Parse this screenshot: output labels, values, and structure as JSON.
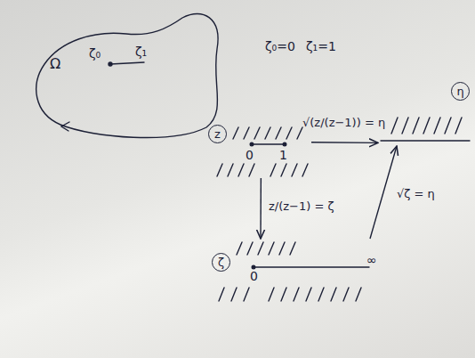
{
  "diagram": {
    "nodes": [
      {
        "text": [
          "z",
          "0",
          "1"
        ]
      },
      {
        "text": [
          "η"
        ]
      },
      {
        "text": [
          "ζ",
          "0",
          "∞"
        ]
      }
    ],
    "edges": [
      {
        "from": 0,
        "to": 1,
        "arrow": "to",
        "label": "√(z/(z−1)) = η"
      },
      {
        "from": 0,
        "to": 2,
        "arrow": "to",
        "label": "z/(z−1) = ζ"
      },
      {
        "from": 2,
        "to": 1,
        "arrow": "to",
        "label": "√ζ = η"
      }
    ],
    "labels": [
      "Ω",
      "ζ₀",
      "ζ₁",
      "ζ₀=0",
      "ζ₁=1"
    ]
  }
}
